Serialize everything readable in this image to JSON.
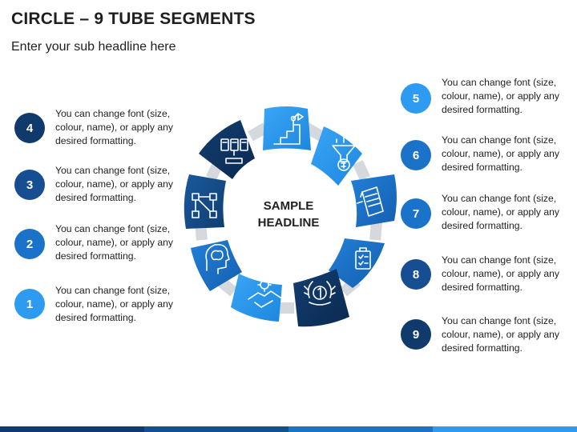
{
  "title": "CIRCLE – 9 TUBE SEGMENTS",
  "subtitle": "Enter your sub headline here",
  "center": {
    "line1": "SAMPLE",
    "line2": "HEADLINE"
  },
  "items": [
    {
      "num": "1",
      "text": "You can change font (size, colour, name), or apply any desired formatting.",
      "color": "#2F9BF0",
      "icon": "handshake-icon"
    },
    {
      "num": "2",
      "text": "You can change font (size, colour, name), or apply any desired formatting.",
      "color": "#1B72C9",
      "icon": "brain-head-icon"
    },
    {
      "num": "3",
      "text": "You can change font (size, colour, name), or apply any desired formatting.",
      "color": "#174E91",
      "icon": "network-diagram-icon"
    },
    {
      "num": "4",
      "text": "You can change font (size, colour, name), or apply any desired formatting.",
      "color": "#0F3A6B",
      "icon": "servers-icon"
    },
    {
      "num": "5",
      "text": "You can change font (size, colour, name), or apply any desired formatting.",
      "color": "#2F9BF0",
      "icon": "success-stairs-icon"
    },
    {
      "num": "6",
      "text": "You can change font (size, colour, name), or apply any desired formatting.",
      "color": "#1B72C9",
      "icon": "funnel-money-icon"
    },
    {
      "num": "7",
      "text": "You can change font (size, colour, name), or apply any desired formatting.",
      "color": "#1B72C9",
      "icon": "documents-icon"
    },
    {
      "num": "8",
      "text": "You can change font (size, colour, name), or apply any desired formatting.",
      "color": "#174E91",
      "icon": "checklist-icon"
    },
    {
      "num": "9",
      "text": "You can change font (size, colour, name), or apply any desired formatting.",
      "color": "#0F3A6B",
      "icon": "award-icon"
    }
  ]
}
